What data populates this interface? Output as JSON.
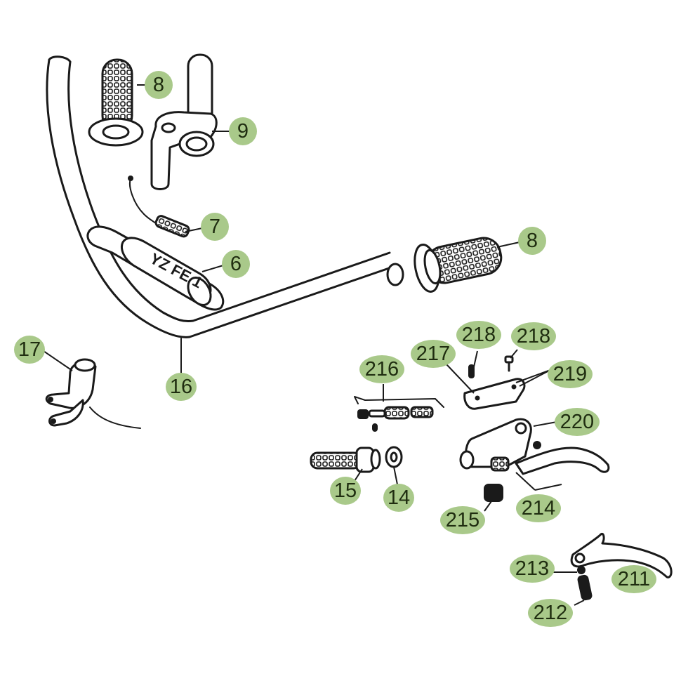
{
  "callouts": [
    {
      "id": "c8a",
      "label": "8"
    },
    {
      "id": "c9",
      "label": "9"
    },
    {
      "id": "c7",
      "label": "7"
    },
    {
      "id": "c6",
      "label": "6"
    },
    {
      "id": "c8b",
      "label": "8"
    },
    {
      "id": "c17",
      "label": "17"
    },
    {
      "id": "c16",
      "label": "16"
    },
    {
      "id": "c218a",
      "label": "218"
    },
    {
      "id": "c218b",
      "label": "218"
    },
    {
      "id": "c217",
      "label": "217"
    },
    {
      "id": "c219",
      "label": "219"
    },
    {
      "id": "c216",
      "label": "216"
    },
    {
      "id": "c220",
      "label": "220"
    },
    {
      "id": "c15",
      "label": "15"
    },
    {
      "id": "c14",
      "label": "14"
    },
    {
      "id": "c214",
      "label": "214"
    },
    {
      "id": "c215",
      "label": "215"
    },
    {
      "id": "c213",
      "label": "213"
    },
    {
      "id": "c211",
      "label": "211"
    },
    {
      "id": "c212",
      "label": "212"
    }
  ],
  "pad_logo": "YZ FE 1",
  "callout_color": "#a9c98a"
}
